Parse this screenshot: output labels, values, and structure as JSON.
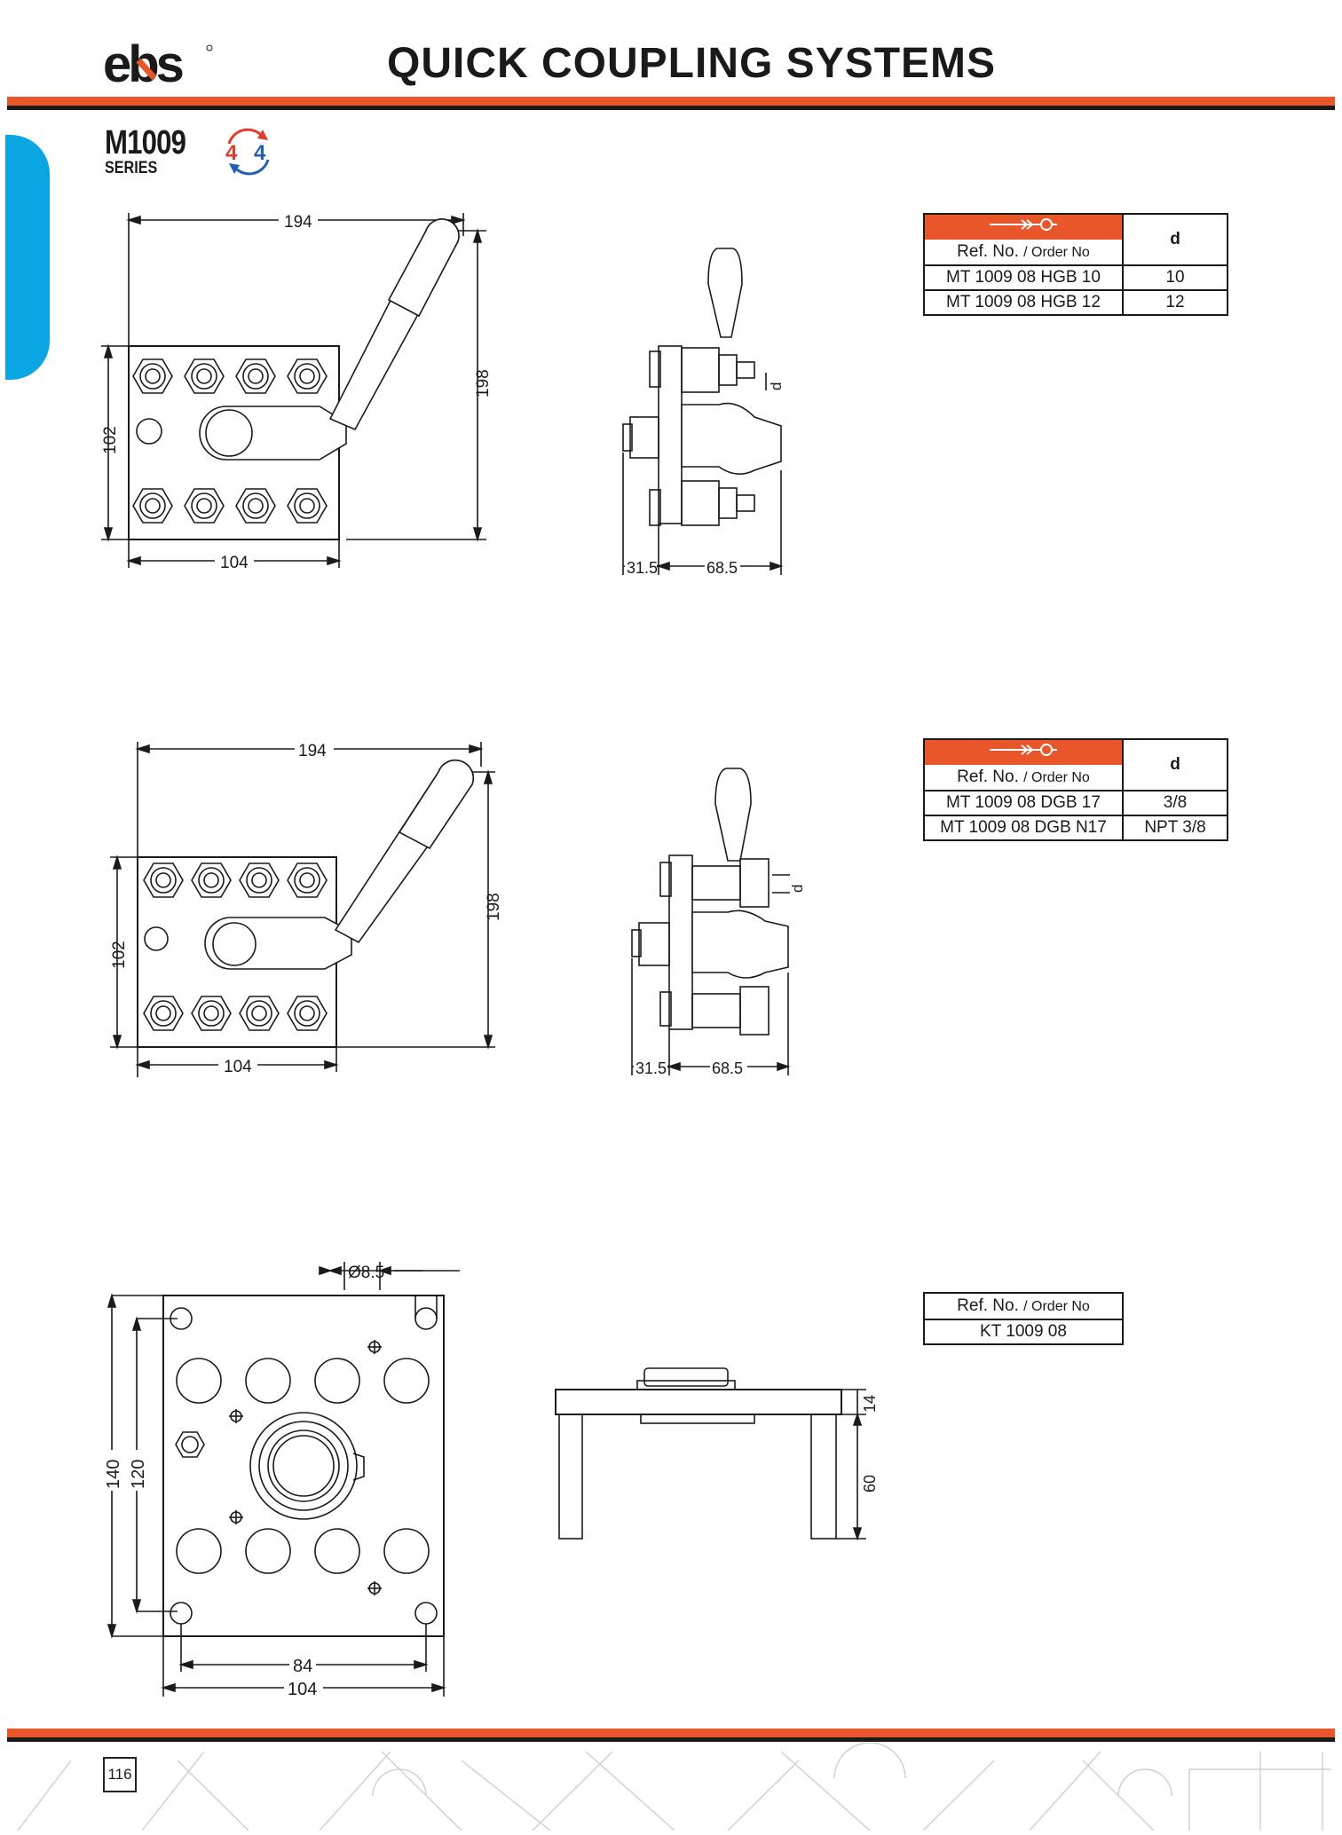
{
  "header": {
    "logo_text": "ebs",
    "title": "QUICK COUPLING SYSTEMS"
  },
  "series": {
    "model": "M1009",
    "label": "SERIES",
    "icon_digits": [
      "4",
      "4"
    ]
  },
  "drawing1": {
    "width": "194",
    "height": "198",
    "plate_height": "102",
    "plate_width": "104",
    "side_a": "31.5",
    "side_b": "68.5",
    "d_label": "d"
  },
  "drawing2": {
    "width": "194",
    "height": "198",
    "plate_height": "102",
    "plate_width": "104",
    "side_a": "31.5",
    "side_b": "68.5",
    "d_label": "d"
  },
  "drawing3": {
    "hole": "Ø8.5",
    "height_outer": "140",
    "height_inner": "120",
    "width_inner": "84",
    "width_outer": "104",
    "side_top": "14",
    "side_leg": "60"
  },
  "table1": {
    "ref_label": "Ref. No.",
    "order_label": "/ Order No",
    "d_header": "d",
    "rows": [
      {
        "ref": "MT 1009 08 HGB 10",
        "d": "10"
      },
      {
        "ref": "MT 1009 08 HGB 12",
        "d": "12"
      }
    ]
  },
  "table2": {
    "ref_label": "Ref. No.",
    "order_label": "/ Order No",
    "d_header": "d",
    "rows": [
      {
        "ref": "MT 1009 08 DGB 17",
        "d": "3/8"
      },
      {
        "ref": "MT 1009 08 DGB N17",
        "d": "NPT 3/8"
      }
    ]
  },
  "table3": {
    "ref_label": "Ref. No.",
    "order_label": "/ Order No",
    "rows": [
      {
        "ref": "KT 1009 08"
      }
    ]
  },
  "footer": {
    "page_number": "116"
  },
  "colors": {
    "brand_orange": "#e8562a",
    "tab_blue": "#0aa6e4",
    "text_dark": "#1a1a1a",
    "icon_red": "#e23b2e",
    "icon_blue": "#1f5fb5"
  }
}
